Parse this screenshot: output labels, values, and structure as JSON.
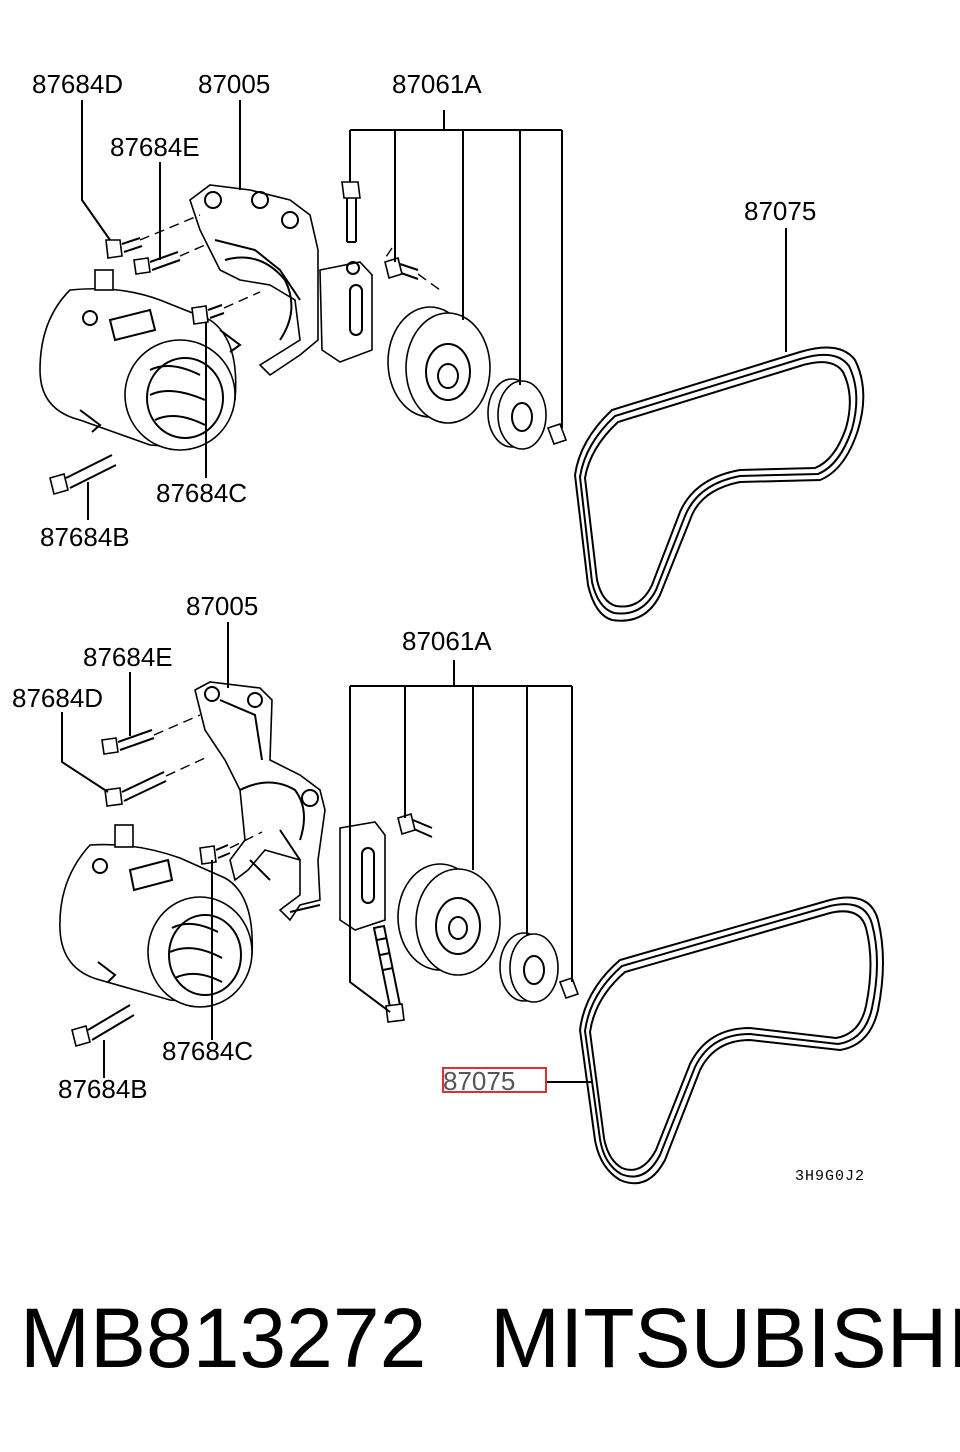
{
  "diagram": {
    "top": {
      "labels": {
        "bolt_d": "87684D",
        "bracket": "87005",
        "bolt_e": "87684E",
        "pulley_set": "87061A",
        "belt": "87075",
        "bolt_c": "87684C",
        "bolt_b": "87684B"
      }
    },
    "bottom": {
      "labels": {
        "bracket": "87005",
        "bolt_e": "87684E",
        "bolt_d": "87684D",
        "pulley_set": "87061A",
        "belt": "87075",
        "bolt_c": "87684C",
        "bolt_b": "87684B"
      },
      "highlighted_part": "87075"
    },
    "drawing_code": "3H9G0J2"
  },
  "footer": {
    "part_number": "MB813272",
    "brand": "MITSUBISHI"
  },
  "colors": {
    "line": "#000000",
    "highlight_box": "#e0302a",
    "background": "#ffffff"
  }
}
